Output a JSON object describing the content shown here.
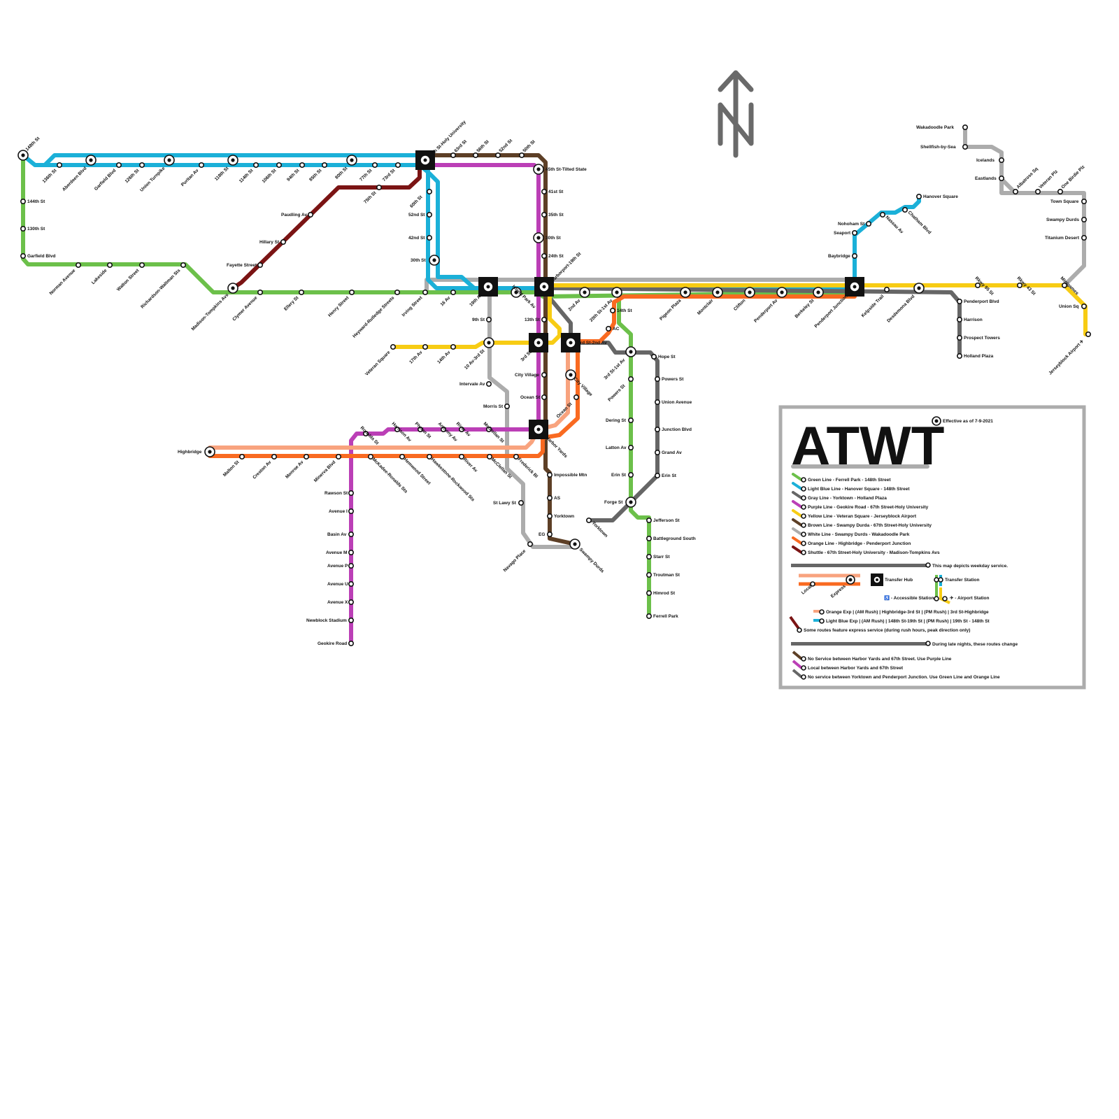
{
  "title": "ATWT",
  "effective": "Effective as of 7-9-2021",
  "colors": {
    "green": "#6cc04a",
    "lightblue": "#1bb0d8",
    "gray": "#666666",
    "purple": "#bb3fb6",
    "yellow": "#f7cc14",
    "brown": "#5d3f26",
    "white": "#acacac",
    "orange": "#f96a21",
    "orangeExp": "#f8a37e",
    "shuttle": "#7b1414"
  },
  "legend": {
    "lines": [
      {
        "color": "green",
        "label": "Green Line - Ferrell Park - 148th Street"
      },
      {
        "color": "lightblue",
        "label": "Light Blue Line - Hanover Square - 148th Street"
      },
      {
        "color": "gray",
        "label": "Gray Line - Yorktown - Holland Plaza"
      },
      {
        "color": "purple",
        "label": "Purple Line - Geokire Road - 67th Street-Holy University"
      },
      {
        "color": "yellow",
        "label": "Yellow Line - Veteran Square - Jerseyblock Airport"
      },
      {
        "color": "brown",
        "label": "Brown Line - Swampy Durda - 67th Street-Holy University"
      },
      {
        "color": "white",
        "label": "White Line - Swampy Durds - Wakadoodle Park"
      },
      {
        "color": "orange",
        "label": "Orange Line - Highbridge - Penderport Junction"
      },
      {
        "color": "shuttle",
        "label": "Shuttle - 67th Street-Holy University - Madison-Tompkins Avs"
      }
    ],
    "weekday": "This map depicts weekday service.",
    "local": "Local",
    "express": "Express",
    "transfer_hub": "Transfer Hub",
    "transfer_station": "Transfer Station",
    "accessible": "♿ - Accessible Station",
    "airport": "✈ - Airport Station",
    "orange_exp": "Orange Exp | (AM Rush) | Highbridge-3rd St | (PM Rush) | 3rd St-Highbridge",
    "blue_exp": "Light Blue Exp | (AM Rush) | 148th St-19th St | (PM Rush) | 19th St - 148th St",
    "express_note": "Some routes feature express service (during rush hours, peak direction only)",
    "late_nights": "During late nights, these routes change",
    "night_brown": "No Service between Harbor Yards and 67th Street. Use Purple Line",
    "night_purple": "Local between Harbor Yards and 67th Street",
    "night_gray": "No service between Yorktown and Penderport Junction. Use Green Line and Orange Line"
  },
  "stations": [
    {
      "id": "148th",
      "name": "148th St"
    },
    {
      "id": "144th",
      "name": "144th St"
    },
    {
      "id": "130thG",
      "name": "130th St"
    },
    {
      "id": "garfieldG",
      "name": "Garfield Blvd"
    },
    {
      "id": "norman",
      "name": "Norman Avenue"
    },
    {
      "id": "lakeside",
      "name": "Lakeside"
    },
    {
      "id": "walton",
      "name": "Walton Street"
    },
    {
      "id": "richwal",
      "name": "Richardson-Waltman Sts"
    },
    {
      "id": "madtomp",
      "name": "Madison-Tompkins Avs"
    },
    {
      "id": "clymer",
      "name": "Clymer Avenue"
    },
    {
      "id": "ellery",
      "name": "Ellery St"
    },
    {
      "id": "henry",
      "name": "Henry Street"
    },
    {
      "id": "heyward",
      "name": "Heyward-Rutledge Streets"
    },
    {
      "id": "irving",
      "name": "Irving Street"
    },
    {
      "id": "16av",
      "name": "16 Av"
    },
    {
      "id": "19th",
      "name": "19th Av"
    },
    {
      "id": "islandpark",
      "name": "Island Park Av"
    },
    {
      "id": "harborport",
      "name": "Harborport-19th St"
    },
    {
      "id": "2nd",
      "name": "2nd Av"
    },
    {
      "id": "20th1st",
      "name": "20th St-1st Av"
    },
    {
      "id": "pigeon",
      "name": "Pigeon Plaza"
    },
    {
      "id": "montclair",
      "name": "Montclair"
    },
    {
      "id": "clifton",
      "name": "Clifton"
    },
    {
      "id": "penderportav",
      "name": "Penderport Av"
    },
    {
      "id": "berkeley",
      "name": "Berkeley St"
    },
    {
      "id": "pjunction",
      "name": "Penderport Junction"
    },
    {
      "id": "kelpside",
      "name": "Kelpside Trail"
    },
    {
      "id": "desdemona",
      "name": "Desdemona Blvd"
    },
    {
      "id": "rkwy95",
      "name": "Rkwy 95 St"
    },
    {
      "id": "rkwy43",
      "name": "Rkwy 43 St"
    },
    {
      "id": "minigames",
      "name": "Minigames"
    },
    {
      "id": "unionsq",
      "name": "Union Sq"
    },
    {
      "id": "jersey",
      "name": "Jerseyblock Airport ✈"
    },
    {
      "id": "136th",
      "name": "136th St"
    },
    {
      "id": "aberdeen",
      "name": "Aberdeen Blvd"
    },
    {
      "id": "garfieldB",
      "name": "Garfield Blvd"
    },
    {
      "id": "126th",
      "name": "126th St"
    },
    {
      "id": "uniontpk",
      "name": "Union Turnpike"
    },
    {
      "id": "puritan",
      "name": "Puritan Av"
    },
    {
      "id": "118th",
      "name": "118th St"
    },
    {
      "id": "114th",
      "name": "114th St"
    },
    {
      "id": "106th",
      "name": "106th St"
    },
    {
      "id": "94th",
      "name": "94th St"
    },
    {
      "id": "85th",
      "name": "85th St"
    },
    {
      "id": "80th",
      "name": "80th St"
    },
    {
      "id": "77th",
      "name": "77th St"
    },
    {
      "id": "73rd",
      "name": "73rd St"
    },
    {
      "id": "67th",
      "name": "67th St-Holy University"
    },
    {
      "id": "63rd",
      "name": "63rd St"
    },
    {
      "id": "56th",
      "name": "56th St"
    },
    {
      "id": "52nd",
      "name": "52nd St"
    },
    {
      "id": "50th",
      "name": "50th St"
    },
    {
      "id": "60thB",
      "name": "60th St"
    },
    {
      "id": "52ndB",
      "name": "52nd St"
    },
    {
      "id": "42ndB",
      "name": "42nd St"
    },
    {
      "id": "30thB",
      "name": "30th St"
    },
    {
      "id": "45th",
      "name": "45th St-Tilted State"
    },
    {
      "id": "41st",
      "name": "41st St"
    },
    {
      "id": "35th",
      "name": "35th St"
    },
    {
      "id": "30thN",
      "name": "30th St"
    },
    {
      "id": "24th",
      "name": "24th St"
    },
    {
      "id": "13th",
      "name": "13th St"
    },
    {
      "id": "3rd",
      "name": "3rd St"
    },
    {
      "id": "cityvillage",
      "name": "City Village"
    },
    {
      "id": "oceanst",
      "name": "Ocean St"
    },
    {
      "id": "harboryards",
      "name": "Harbor Yards"
    },
    {
      "id": "impossible",
      "name": "Impossible Mtn"
    },
    {
      "id": "as",
      "name": "AS"
    },
    {
      "id": "yorktownB",
      "name": "Yorktown"
    },
    {
      "id": "eg",
      "name": "EG"
    },
    {
      "id": "swampy",
      "name": "Swampy Durds"
    },
    {
      "id": "75th",
      "name": "75th St"
    },
    {
      "id": "paudling",
      "name": "Paudling Av"
    },
    {
      "id": "hillary",
      "name": "Hillary St"
    },
    {
      "id": "fayette",
      "name": "Fayette Street"
    },
    {
      "id": "9th",
      "name": "9th St"
    },
    {
      "id": "10av3rd",
      "name": "10 Av-3rd St"
    },
    {
      "id": "intervale",
      "name": "Intervale Av"
    },
    {
      "id": "morris",
      "name": "Morris St"
    },
    {
      "id": "stlawy",
      "name": "St Lawy St"
    },
    {
      "id": "navago",
      "name": "Navago Place"
    },
    {
      "id": "veteran",
      "name": "Veteran Square"
    },
    {
      "id": "17th",
      "name": "17th Av"
    },
    {
      "id": "14th",
      "name": "14th Av"
    },
    {
      "id": "3rd2nd",
      "name": "3rd St-2nd Av"
    },
    {
      "id": "cityvillage2",
      "name": "City Village"
    },
    {
      "id": "ocean2",
      "name": "Ocean St"
    },
    {
      "id": "14thst",
      "name": "14th St"
    },
    {
      "id": "ac",
      "name": "AC"
    },
    {
      "id": "3rd1st",
      "name": "3rd St-1st Av"
    },
    {
      "id": "hope",
      "name": "Hope St"
    },
    {
      "id": "powersE",
      "name": "Powers St"
    },
    {
      "id": "unionav",
      "name": "Union Avenue"
    },
    {
      "id": "junction",
      "name": "Junction Blvd"
    },
    {
      "id": "grand",
      "name": "Grand Av"
    },
    {
      "id": "erinE",
      "name": "Erin St"
    },
    {
      "id": "powersW",
      "name": "Powers St"
    },
    {
      "id": "dering",
      "name": "Dering St"
    },
    {
      "id": "latton",
      "name": "Latton Av"
    },
    {
      "id": "erinW",
      "name": "Erin St"
    },
    {
      "id": "forge",
      "name": "Forge St"
    },
    {
      "id": "yorktownG",
      "name": "Yorktown"
    },
    {
      "id": "jefferson",
      "name": "Jefferson St"
    },
    {
      "id": "battleground",
      "name": "Battleground South"
    },
    {
      "id": "starr",
      "name": "Starr St"
    },
    {
      "id": "troutman",
      "name": "Troutman St"
    },
    {
      "id": "himrod",
      "name": "Himrod St"
    },
    {
      "id": "ferrell",
      "name": "Ferrell Park"
    },
    {
      "id": "highbridge",
      "name": "Highbridge"
    },
    {
      "id": "malton",
      "name": "Malton St"
    },
    {
      "id": "creston",
      "name": "Creston Av"
    },
    {
      "id": "monroe",
      "name": "Monroe Av"
    },
    {
      "id": "minerva",
      "name": "Minerva Blvd"
    },
    {
      "id": "mckadee",
      "name": "McKadee-Ronalds Sts"
    },
    {
      "id": "hemwood",
      "name": "Hemwood Street"
    },
    {
      "id": "hawke",
      "name": "Hawkestone-Rockwood Sts"
    },
    {
      "id": "riverO",
      "name": "River Av"
    },
    {
      "id": "mcclellanO",
      "name": "McClellan St"
    },
    {
      "id": "frederick",
      "name": "Frederick Bl"
    },
    {
      "id": "ronalds",
      "name": "Ronalds St"
    },
    {
      "id": "harrison",
      "name": "Harrison Av"
    },
    {
      "id": "phelan",
      "name": "Phelan St"
    },
    {
      "id": "anthony",
      "name": "Anthony Av"
    },
    {
      "id": "riverP",
      "name": "River Av"
    },
    {
      "id": "mcclellanP",
      "name": "McClellan St"
    },
    {
      "id": "rawson",
      "name": "Rawson St"
    },
    {
      "id": "avei",
      "name": "Avenue I"
    },
    {
      "id": "basin",
      "name": "Basin Av"
    },
    {
      "id": "avem",
      "name": "Avenue M"
    },
    {
      "id": "avep",
      "name": "Avenue P"
    },
    {
      "id": "aveu",
      "name": "Avenue U"
    },
    {
      "id": "avex",
      "name": "Avenue X"
    },
    {
      "id": "newblock",
      "name": "Newblock Stadium"
    },
    {
      "id": "geokire",
      "name": "Geokire Road"
    },
    {
      "id": "wakadoodle",
      "name": "Wakadoodle Park"
    },
    {
      "id": "shellfish",
      "name": "Shellfish-by-Sea"
    },
    {
      "id": "icelands",
      "name": "Icelands"
    },
    {
      "id": "eastlands",
      "name": "Eastlands"
    },
    {
      "id": "albatross",
      "name": "Albatross Sq"
    },
    {
      "id": "veteranplz",
      "name": "Veteran Plz"
    },
    {
      "id": "onebirdie",
      "name": "One Birdie Plz"
    },
    {
      "id": "townsq",
      "name": "Town Square"
    },
    {
      "id": "swampyE",
      "name": "Swampy Durds"
    },
    {
      "id": "titanium",
      "name": "Titanium Desert"
    },
    {
      "id": "penderportblvd",
      "name": "Penderport Blvd"
    },
    {
      "id": "harrisonG",
      "name": "Harrison"
    },
    {
      "id": "prospect",
      "name": "Prospect Towers"
    },
    {
      "id": "holland",
      "name": "Holland Plaza"
    },
    {
      "id": "hanover",
      "name": "Hanover Square"
    },
    {
      "id": "chatham",
      "name": "Chatham Blvd"
    },
    {
      "id": "nassau",
      "name": "Nassau Av"
    },
    {
      "id": "nohoham",
      "name": "Nohoham St"
    },
    {
      "id": "seaport",
      "name": "Seaport"
    },
    {
      "id": "baybridge",
      "name": "Baybridge"
    }
  ]
}
